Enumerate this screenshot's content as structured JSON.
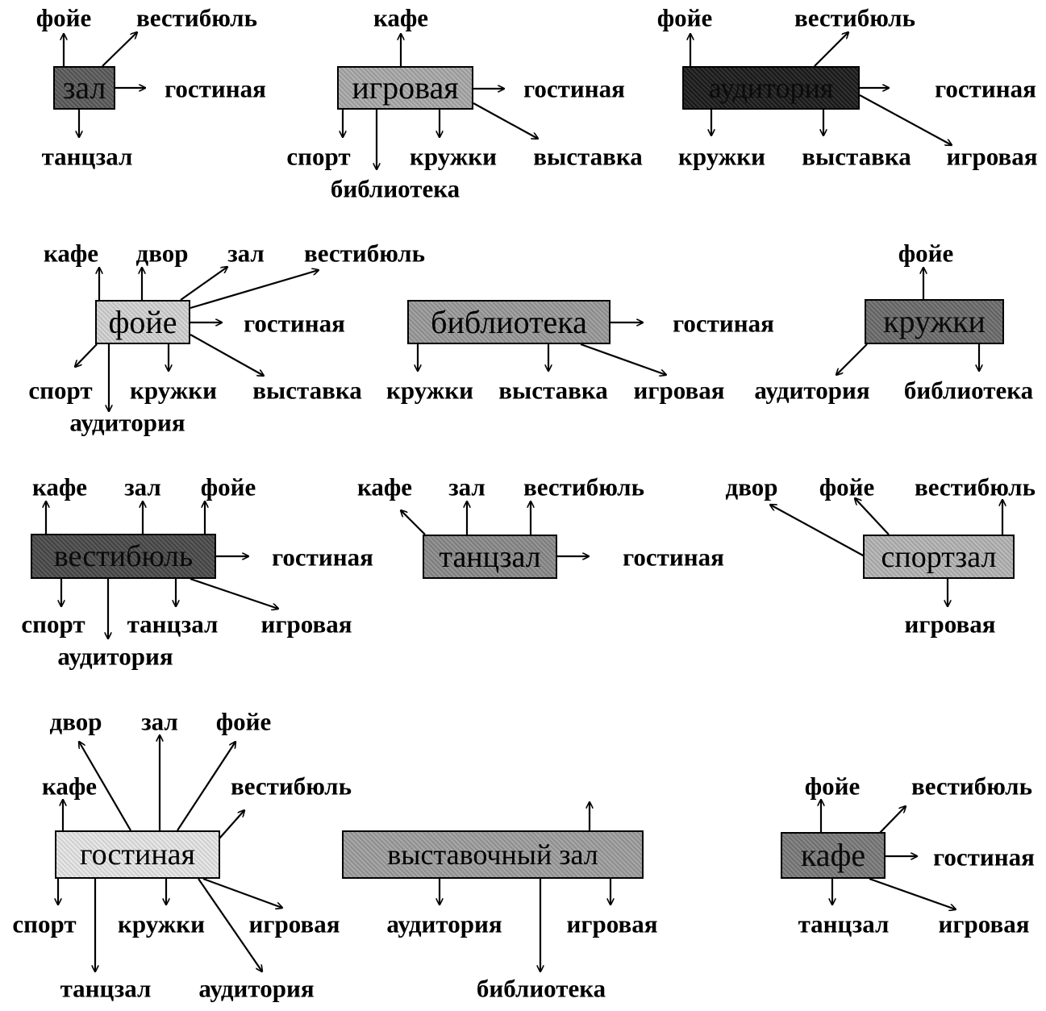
{
  "diagram": {
    "colors": {
      "line": "#000000",
      "label": "#000000",
      "room_fills": {
        "zal": "#5a5a5a",
        "igrovaya": "#a9a9a9",
        "auditoriya": "#1b1b1b",
        "foye": "#d3d3d3",
        "biblioteka": "#9a9a9a",
        "kruzhki": "#6c6c6c",
        "vestibyul": "#4a4a4a",
        "tantszal": "#8a8a8a",
        "sportzal": "#b4b4b4",
        "gostinaya": "#e6e6e6",
        "vystavochny": "#9e9e9e",
        "kafe": "#7a7a7a"
      }
    },
    "rooms": {
      "zal": "зал",
      "igrovaya": "игровая",
      "auditoriya": "аудитория",
      "foye": "фойе",
      "biblioteka": "библиотека",
      "kruzhki": "кружки",
      "vestibyul": "вестибюль",
      "tantszal": "танцзал",
      "sportzal": "спортзал",
      "gostinaya": "гостиная",
      "vystavochny": "выставочный зал",
      "kafe": "кафе"
    },
    "labels": {
      "zal_foye": "фойе",
      "zal_vestibyul": "вестибюль",
      "zal_gostinaya": "гостиная",
      "zal_tantszal": "танцзал",
      "igr_kafe": "кафе",
      "igr_gostinaya": "гостиная",
      "igr_sport": "спорт",
      "igr_kruzhki": "кружки",
      "igr_vystavka": "выставка",
      "igr_biblioteka": "библиотека",
      "aud_foye": "фойе",
      "aud_vestibyul": "вестибюль",
      "aud_gostinaya": "гостиная",
      "aud_kruzhki": "кружки",
      "aud_vystavka": "выставка",
      "aud_igrovaya": "игровая",
      "foy_kafe": "кафе",
      "foy_dvor": "двор",
      "foy_zal": "зал",
      "foy_vestibyul": "вестибюль",
      "foy_gostinaya": "гостиная",
      "foy_sport": "спорт",
      "foy_kruzhki": "кружки",
      "foy_vystavka": "выставка",
      "foy_auditoriya": "аудитория",
      "bib_gostinaya": "гостиная",
      "bib_kruzhki": "кружки",
      "bib_vystavka": "выставка",
      "bib_igrovaya": "игровая",
      "kru_foye": "фойе",
      "kru_auditoriya": "аудитория",
      "kru_biblioteka": "библиотека",
      "ves_kafe": "кафе",
      "ves_zal": "зал",
      "ves_foye": "фойе",
      "ves_gostinaya": "гостиная",
      "ves_sport": "спорт",
      "ves_tantszal": "танцзал",
      "ves_igrovaya": "игровая",
      "ves_auditoriya": "аудитория",
      "tan_kafe": "кафе",
      "tan_zal": "зал",
      "tan_vestibyul": "вестибюль",
      "tan_gostinaya": "гостиная",
      "spo_dvor": "двор",
      "spo_foye": "фойе",
      "spo_vestibyul": "вестибюль",
      "spo_igrovaya": "игровая",
      "gos_dvor": "двор",
      "gos_zal": "зал",
      "gos_foye": "фойе",
      "gos_kafe": "кафе",
      "gos_vestibyul": "вестибюль",
      "gos_sport": "спорт",
      "gos_kruzhki": "кружки",
      "gos_igrovaya": "игровая",
      "gos_tantszal": "танцзал",
      "gos_auditoriya": "аудитория",
      "vys_auditoriya": "аудитория",
      "vys_igrovaya": "игровая",
      "vys_biblioteka": "библиотека",
      "kaf_foye": "фойе",
      "kaf_vestibyul": "вестибюль",
      "kaf_gostinaya": "гостиная",
      "kaf_tantszal": "танцзал",
      "kaf_igrovaya": "игровая"
    }
  }
}
